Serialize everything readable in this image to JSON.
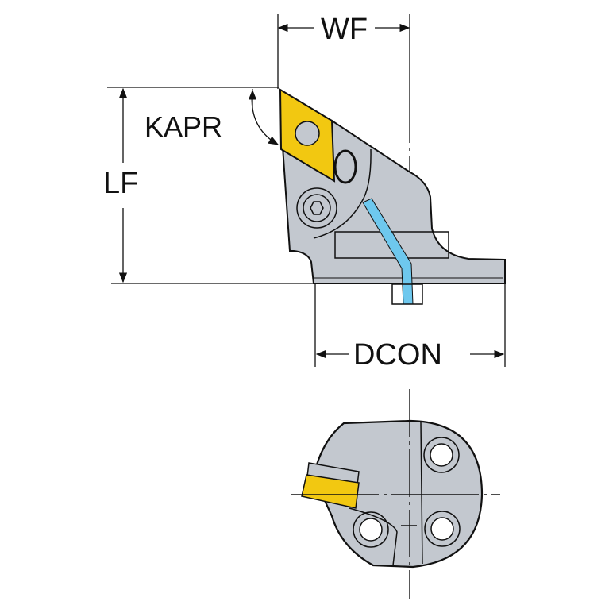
{
  "labels": {
    "wf": "WF",
    "lf": "LF",
    "kapr": "KAPR",
    "dcon": "DCON"
  },
  "colors": {
    "body": "#c3c8cf",
    "insert": "#f2c811",
    "coolant": "#6ec8ee",
    "line": "#111111"
  }
}
